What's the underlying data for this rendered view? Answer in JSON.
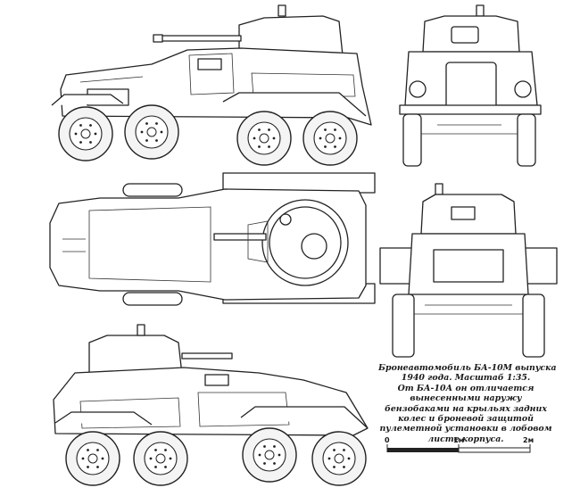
{
  "caption": {
    "lines": [
      "Бронеавтомобиль БА-10М выпуска",
      "1940 года. Масштаб 1:35.",
      "От БА-10А он отличается",
      "вынесенными наружу",
      "бензобаками на крыльях задних",
      "колес и броневой защитой",
      "пулеметной установки в лобовом",
      "листе корпуса."
    ]
  },
  "scale_bar": {
    "labels": [
      "0",
      "1м",
      "2м"
    ]
  }
}
